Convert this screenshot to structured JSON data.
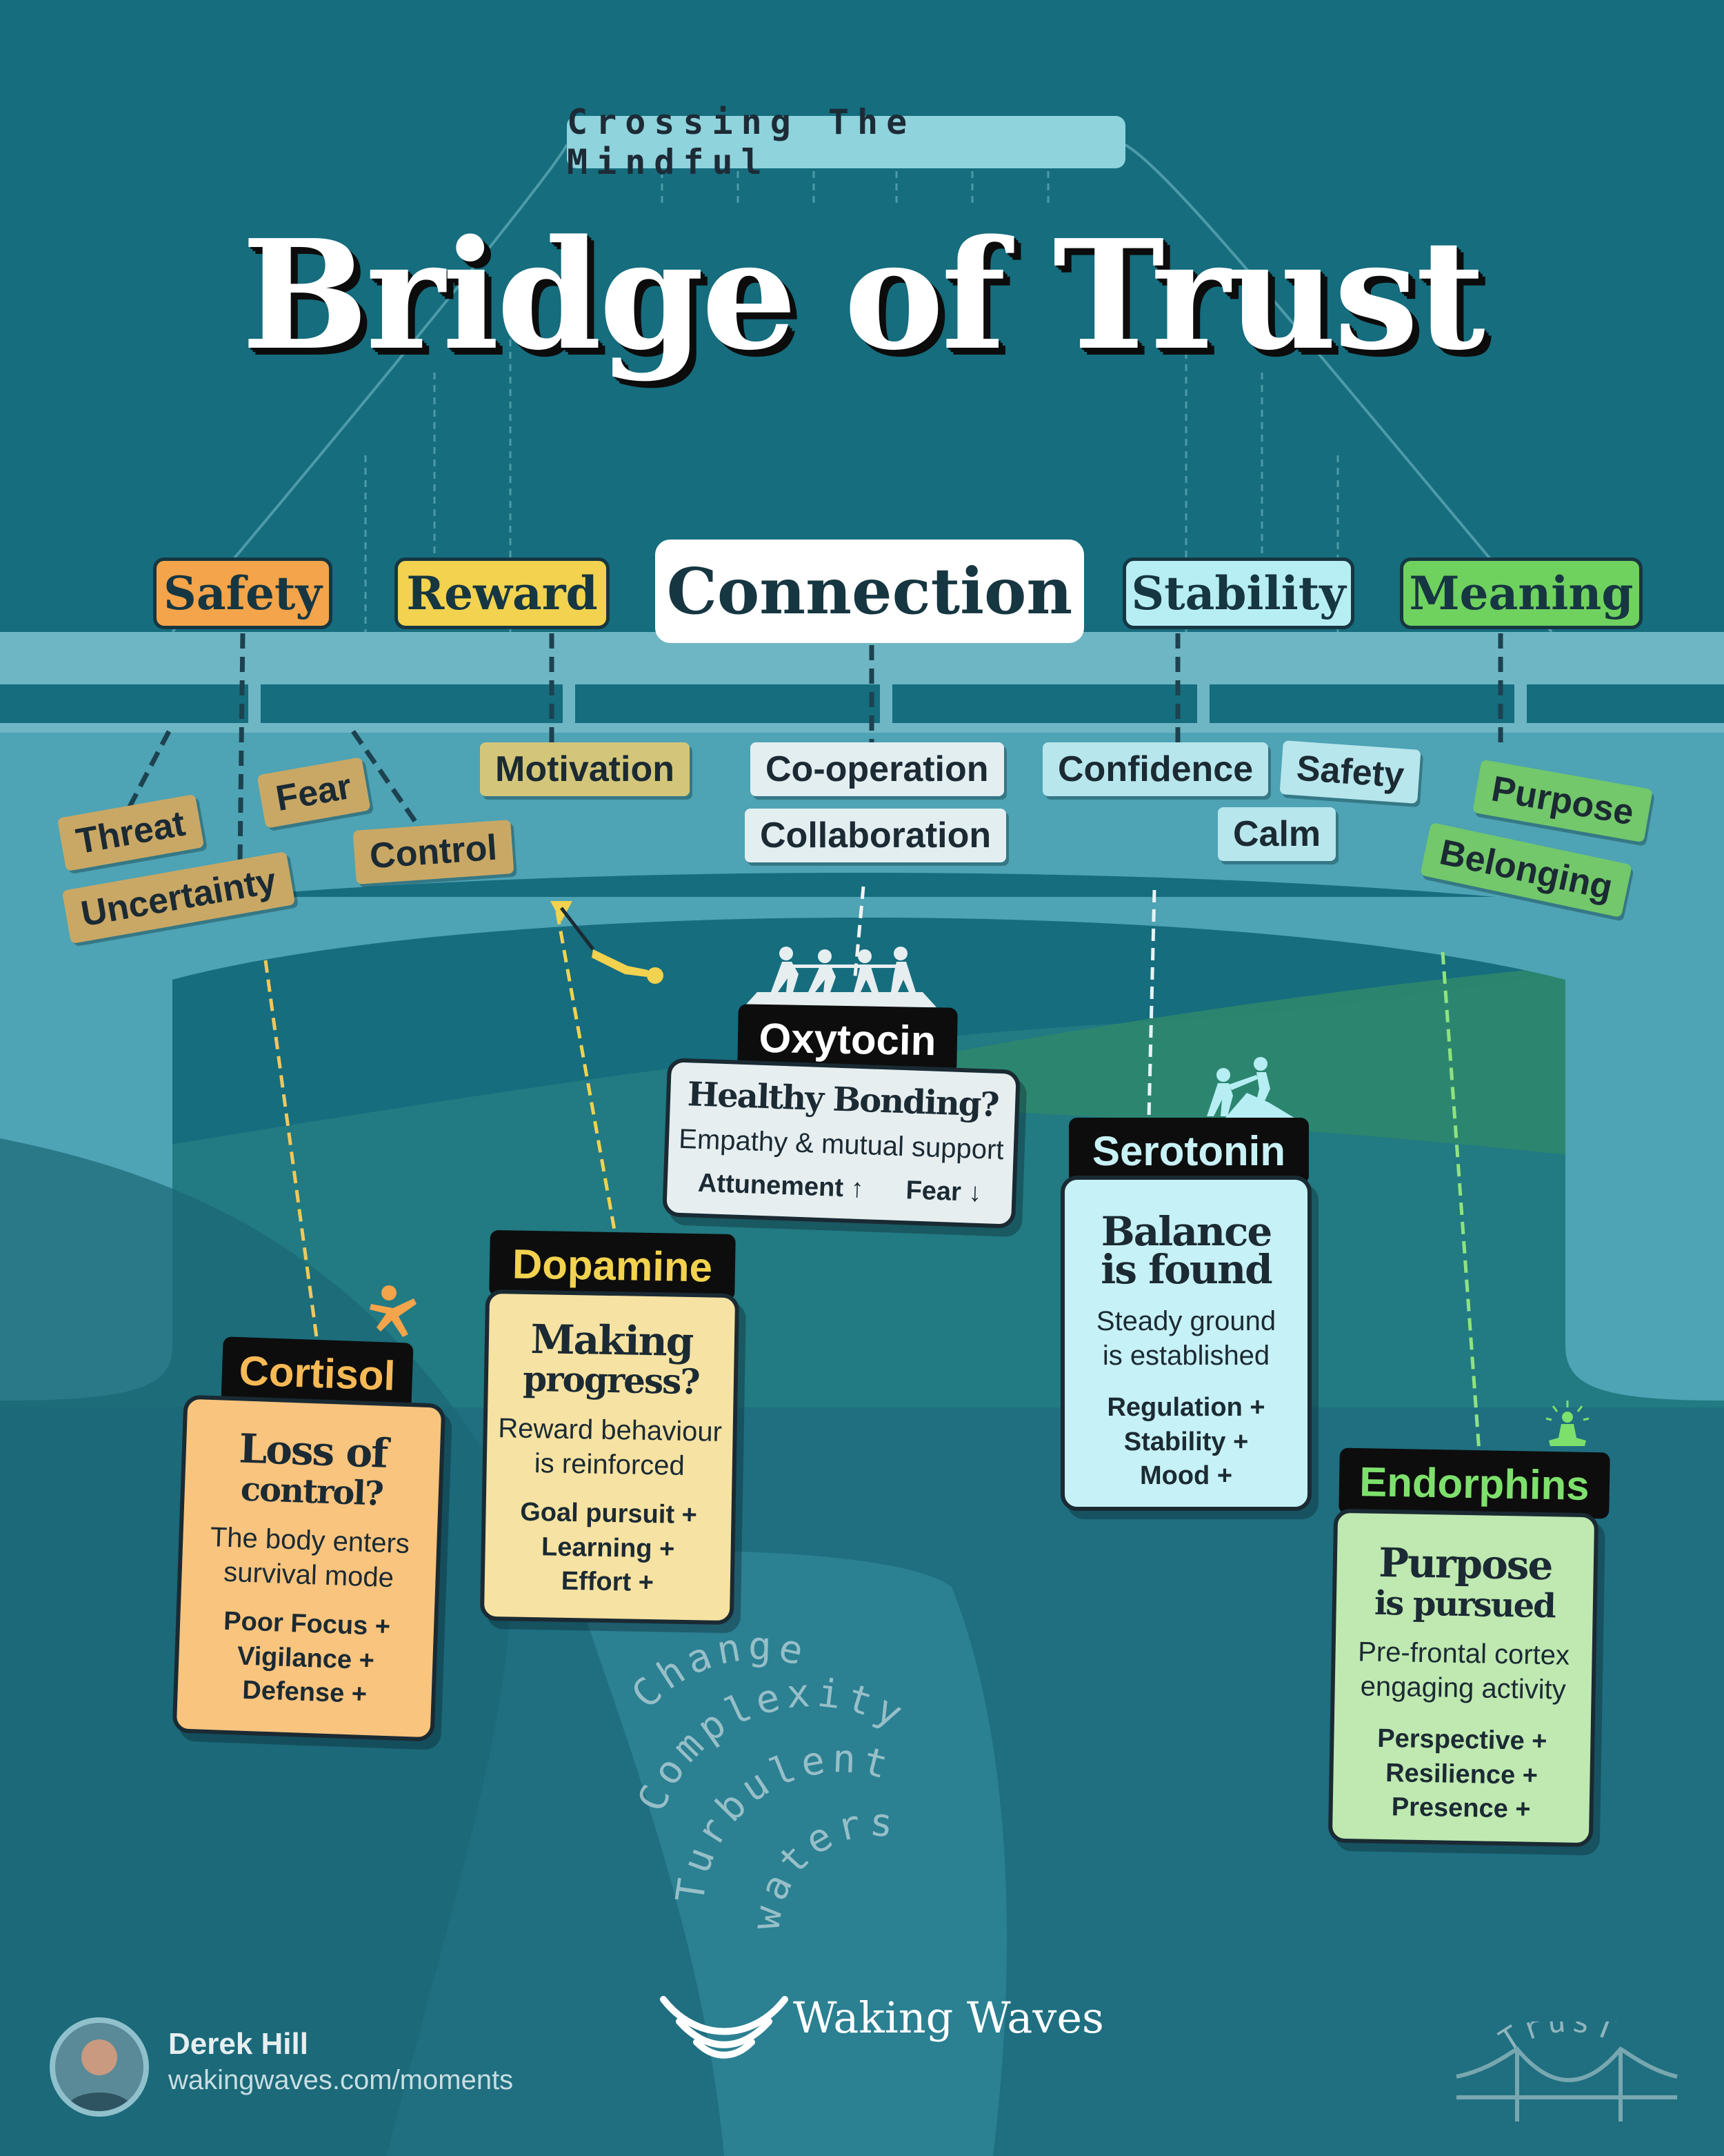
{
  "header": {
    "subtitle": "Crossing The Mindful",
    "title": "Bridge of Trust"
  },
  "pillars": [
    {
      "label": "Safety",
      "color": "#f4a44a"
    },
    {
      "label": "Reward",
      "color": "#f2d24f"
    },
    {
      "label": "Connection",
      "color": "#ffffff"
    },
    {
      "label": "Stability",
      "color": "#b6eef3"
    },
    {
      "label": "Meaning",
      "color": "#6fd25f"
    }
  ],
  "tags": {
    "safety": [
      "Threat",
      "Fear",
      "Uncertainty",
      "Control"
    ],
    "reward": [
      "Motivation"
    ],
    "connection": [
      "Co-operation",
      "Collaboration"
    ],
    "stability": [
      "Confidence",
      "Safety",
      "Calm"
    ],
    "meaning": [
      "Purpose",
      "Belonging"
    ]
  },
  "hormones": {
    "cortisol": {
      "label": "Cortisol",
      "label_color": "#f7b955",
      "card_color": "#f8c47e",
      "headline_1": "Loss of",
      "headline_2": "control?",
      "body_1": "The body enters",
      "body_2": "survival mode",
      "list": [
        "Poor Focus +",
        "Vigilance +",
        "Defense +"
      ],
      "icon": "falling-person-icon"
    },
    "dopamine": {
      "label": "Dopamine",
      "label_color": "#f2d24f",
      "card_color": "#f6e2a2",
      "headline_1": "Making",
      "headline_2": "progress?",
      "body_1": "Reward behaviour",
      "body_2": "is reinforced",
      "list": [
        "Goal pursuit +",
        "Learning +",
        "Effort +"
      ],
      "icon": "bungee-jumper-icon"
    },
    "oxytocin": {
      "label": "Oxytocin",
      "label_color": "#ffffff",
      "card_color": "#e6eef0",
      "headline": "Healthy Bonding?",
      "body": "Empathy & mutual support",
      "list": [
        "Attunement ↑",
        "Fear ↓"
      ],
      "icon": "team-pulling-icon"
    },
    "serotonin": {
      "label": "Serotonin",
      "label_color": "#c8f1f5",
      "card_color": "#c6f1f6",
      "headline_1": "Balance",
      "headline_2": "is found",
      "body_1": "Steady  ground",
      "body_2": "is established",
      "list": [
        "Regulation +",
        "Stability +",
        "Mood +"
      ],
      "icon": "climbers-helping-icon"
    },
    "endorphins": {
      "label": "Endorphins",
      "label_color": "#7ee06c",
      "card_color": "#bfe9b1",
      "headline_1": "Purpose",
      "headline_2": "is pursued",
      "body_1": "Pre-frontal cortex",
      "body_2": "engaging activity",
      "list": [
        "Perspective +",
        "Resilience +",
        "Presence +"
      ],
      "icon": "meditating-person-icon"
    }
  },
  "waters": [
    "Change",
    "Complexity",
    "Turbulent",
    "waters"
  ],
  "footer": {
    "author": "Derek Hill",
    "url": "wakingwaves.com/moments",
    "brand": "Waking Waves",
    "badge": "TrusT"
  }
}
